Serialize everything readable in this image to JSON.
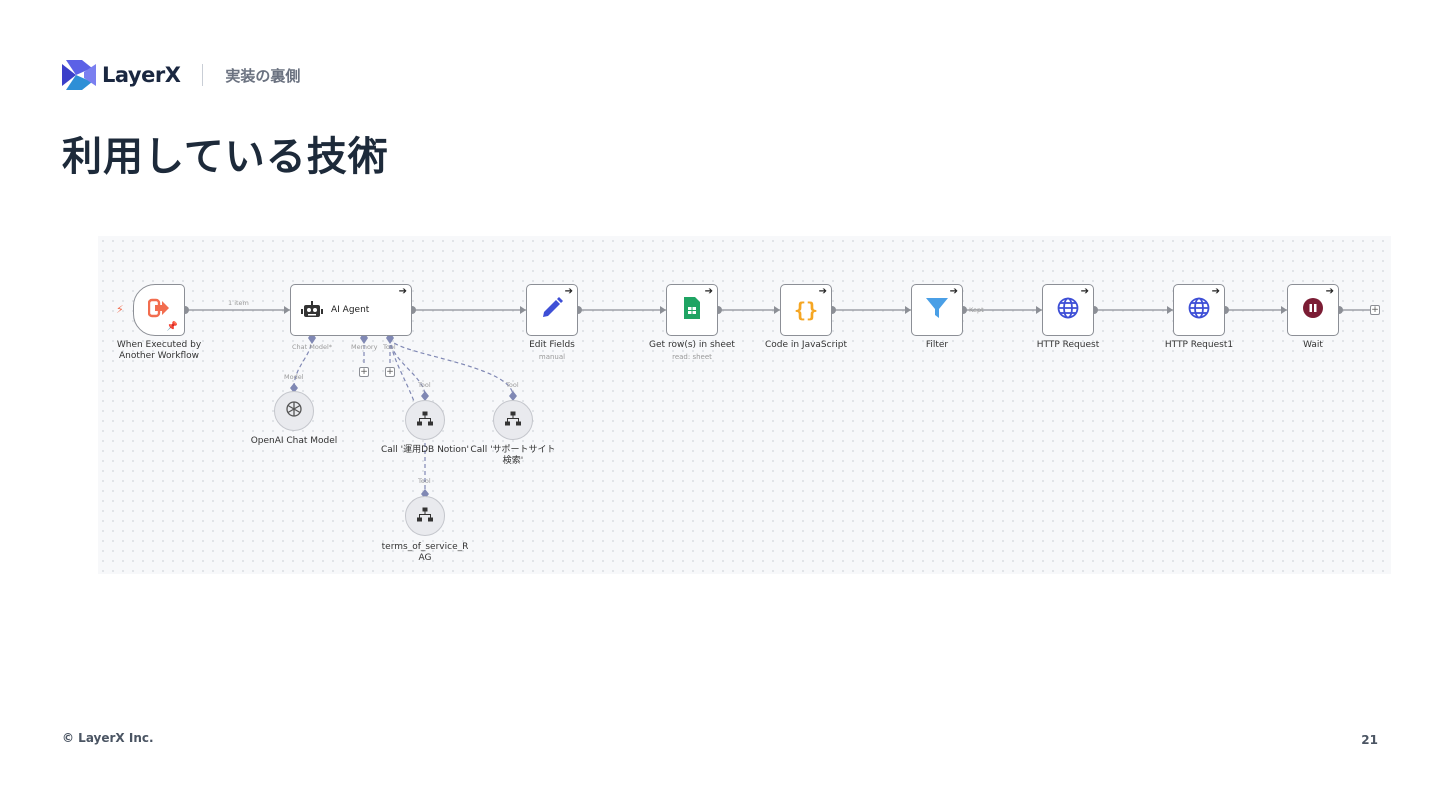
{
  "header": {
    "brand": "LayerX",
    "section": "実装の裏側"
  },
  "title": "利用している技術",
  "workflow": {
    "trigger": {
      "label": "When Executed by Another Workflow"
    },
    "edge_label": "1 item",
    "agent": {
      "label": "AI Agent",
      "ports": {
        "chat_model": "Chat Model*",
        "memory": "Memory",
        "tool": "Tool"
      }
    },
    "nodes": {
      "edit_fields": {
        "label": "Edit Fields",
        "sub": "manual"
      },
      "get_rows": {
        "label": "Get row(s) in sheet",
        "sub": "read: sheet"
      },
      "code": {
        "label": "Code in JavaScript"
      },
      "filter": {
        "label": "Filter",
        "kept": "Kept"
      },
      "http1": {
        "label": "HTTP Request"
      },
      "http2": {
        "label": "HTTP Request1"
      },
      "wait": {
        "label": "Wait"
      }
    },
    "subnodes": {
      "openai": {
        "label": "OpenAI Chat Model",
        "tag": "Model"
      },
      "notion": {
        "label": "Call '運用DB Notion'",
        "tag": "Tool"
      },
      "support": {
        "label": "Call 'サポートサイト検索'",
        "tag": "Tool"
      },
      "rag": {
        "label": "terms_of_service_RAG",
        "tag": "Tool"
      }
    },
    "icons": {
      "trigger": "exit-arrow-icon",
      "agent": "robot-icon",
      "edit": "pencil-icon",
      "sheet": "google-sheets-icon",
      "code": "curly-braces-icon",
      "filter": "funnel-icon",
      "http": "globe-icon",
      "wait": "pause-icon",
      "openai": "openai-icon",
      "workflow": "sitemap-icon"
    },
    "colors": {
      "trigger": "#f26d4f",
      "pencil": "#3e4fd6",
      "sheets": "#1fa463",
      "code": "#f5a623",
      "filter": "#4a9fe6",
      "globe": "#3e4fd6",
      "wait": "#7b1c34",
      "link": "#8088b4"
    }
  },
  "footer": {
    "copyright": "© LayerX Inc.",
    "page": "21"
  }
}
